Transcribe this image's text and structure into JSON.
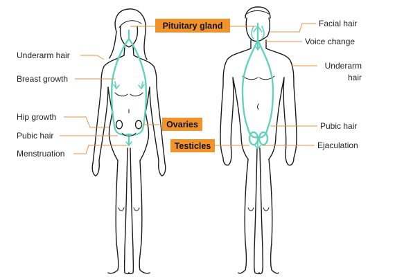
{
  "labels": {
    "pituitary_gland": "Pituitary gland",
    "ovaries": "Ovaries",
    "testicles": "Testicles",
    "female": {
      "underarm_hair": "Underarm hair",
      "breast_growth": "Breast growth",
      "hip_growth": "Hip growth",
      "pubic_hair": "Pubic hair",
      "menstruation": "Menstruation"
    },
    "male": {
      "facial_hair": "Facial hair",
      "voice_change": "Voice change",
      "underarm_line1": "Underarm",
      "underarm_line2": "hair",
      "pubic_hair": "Pubic hair",
      "ejaculation": "Ejaculation"
    }
  },
  "colors": {
    "highlight_box": "#f0932b",
    "leader_line": "#e8913a",
    "hormone_pathway": "#63d2bd",
    "outline": "#1a1a1a"
  }
}
